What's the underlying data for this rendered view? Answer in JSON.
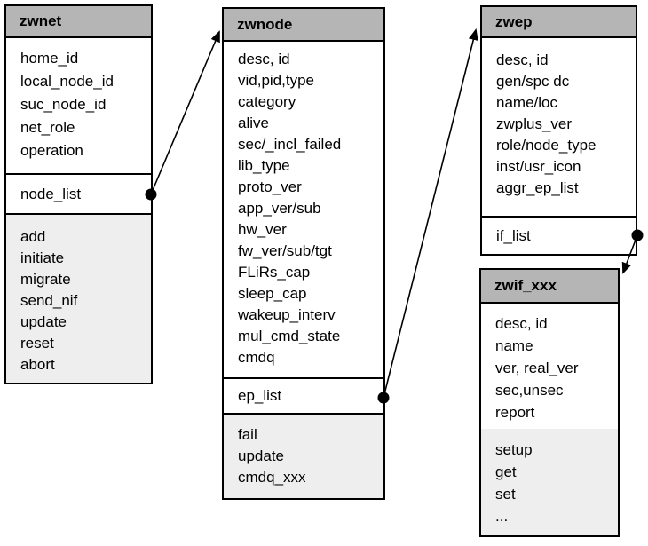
{
  "diagram": {
    "classes": [
      {
        "name": "zwnet",
        "title": "zwnet",
        "attributes": [
          "home_id",
          "local_node_id",
          "suc_node_id",
          "net_role",
          "operation"
        ],
        "list_field": "node_list",
        "operations": [
          "add",
          "initiate",
          "migrate",
          "send_nif",
          "update",
          "reset",
          "abort"
        ]
      },
      {
        "name": "zwnode",
        "title": "zwnode",
        "attributes": [
          "desc, id",
          "vid,pid,type",
          "category",
          "alive",
          "sec/_incl_failed",
          "lib_type",
          "proto_ver",
          "app_ver/sub",
          "hw_ver",
          "fw_ver/sub/tgt",
          "FLiRs_cap",
          "sleep_cap",
          "wakeup_interv",
          "mul_cmd_state",
          "cmdq"
        ],
        "list_field": "ep_list",
        "operations": [
          "fail",
          "update",
          "cmdq_xxx"
        ]
      },
      {
        "name": "zwep",
        "title": "zwep",
        "attributes": [
          "desc, id",
          "gen/spc dc",
          "name/loc",
          "zwplus_ver",
          "role/node_type",
          "inst/usr_icon",
          "aggr_ep_list"
        ],
        "list_field": "if_list",
        "operations": []
      },
      {
        "name": "zwif_xxx",
        "title": "zwif_xxx",
        "attributes": [
          "desc, id",
          "name",
          "ver, real_ver",
          "sec,unsec",
          "report"
        ],
        "list_field": null,
        "operations": [
          "setup",
          "get",
          "set",
          "..."
        ]
      }
    ],
    "connections": [
      {
        "from_class": "zwnet",
        "from_field": "node_list",
        "to_class": "zwnode"
      },
      {
        "from_class": "zwnode",
        "from_field": "ep_list",
        "to_class": "zwep"
      },
      {
        "from_class": "zwep",
        "from_field": "if_list",
        "to_class": "zwif_xxx"
      }
    ],
    "colors": {
      "header_bg": "#b5b5b5",
      "operations_bg": "#eeeeee",
      "body_bg": "#ffffff",
      "line": "#000000"
    }
  }
}
